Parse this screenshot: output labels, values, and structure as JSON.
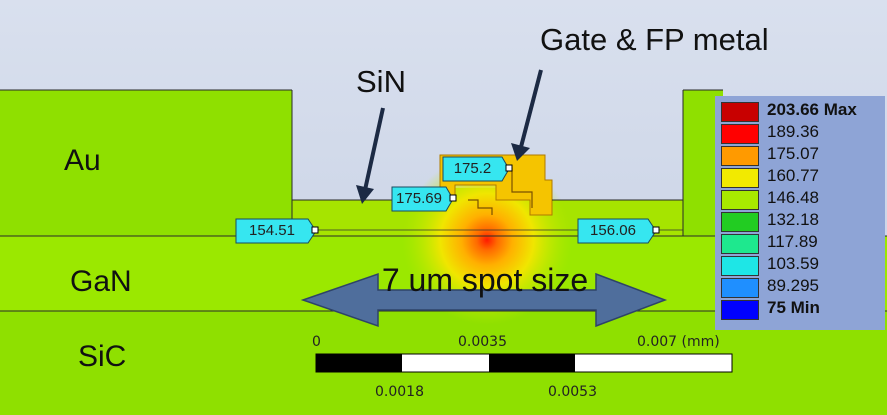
{
  "regions": {
    "au": "Au",
    "gan": "GaN",
    "sic": "SiC"
  },
  "callouts": {
    "sin": "SiN",
    "gate": "Gate & FP metal"
  },
  "spot_label": "7 um spot size",
  "probes": [
    {
      "value": "154.51"
    },
    {
      "value": "175.69"
    },
    {
      "value": "175.2"
    },
    {
      "value": "156.06"
    }
  ],
  "legend": {
    "entries": [
      {
        "label": "203.66 Max",
        "color": "#c80000",
        "bold": true
      },
      {
        "label": "189.36",
        "color": "#ff0000"
      },
      {
        "label": "175.07",
        "color": "#ff9a00"
      },
      {
        "label": "160.77",
        "color": "#f2ea00"
      },
      {
        "label": "146.48",
        "color": "#a8ea00"
      },
      {
        "label": "132.18",
        "color": "#22cc22"
      },
      {
        "label": "117.89",
        "color": "#1ee88e"
      },
      {
        "label": "103.59",
        "color": "#1ee6e6"
      },
      {
        "label": "89.295",
        "color": "#1f8fff"
      },
      {
        "label": "75 Min",
        "color": "#0000ff",
        "bold": true
      }
    ]
  },
  "scale_bar": {
    "top_labels": [
      "0",
      "0.0035",
      "0.007 (mm)"
    ],
    "bottom_labels": [
      "0.0018",
      "0.0053"
    ]
  },
  "colors": {
    "sky": "#cdd6e6",
    "field": "#8fe000",
    "gan": "#9be800",
    "probe": "#36e6f0",
    "metal": "#f5c400",
    "arrow": "#4f6e9c"
  }
}
